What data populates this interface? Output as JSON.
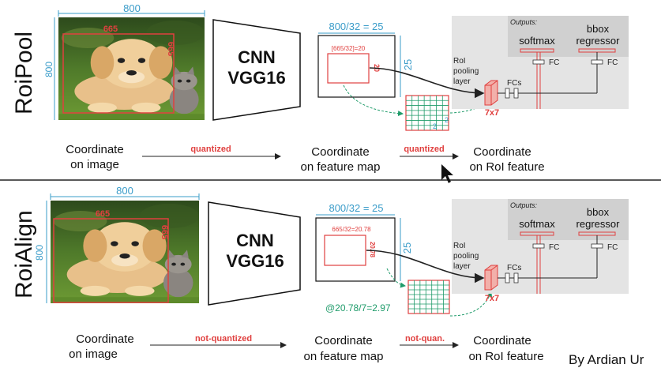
{
  "panels": [
    {
      "key": "roipool",
      "side_label": "RoiPool",
      "image_width": "800",
      "image_height": "800",
      "box_width": "665",
      "box_height": "665",
      "cnn_line1": "CNN",
      "cnn_line2": "VGG16",
      "fmap_title": "800/32 = 25",
      "fmap_side": "25",
      "roi_top": "[665/32]=20",
      "roi_side": "20",
      "grid_side": "2",
      "grid_bottom": "2",
      "grid_note": "",
      "outputs_label": "Outputs:",
      "softmax": "softmax",
      "bbox_line1": "bbox",
      "bbox_line2": "regressor",
      "fc1": "FC",
      "fc2": "FC",
      "roi_layer_1": "RoI",
      "roi_layer_2": "pooling",
      "roi_layer_3": "layer",
      "fcs": "FCs",
      "pool_size": "7x7",
      "coord_image_1": "Coordinate",
      "coord_image_2": "on image",
      "arrow1": "quantized",
      "coord_fmap_1": "Coordinate",
      "coord_fmap_2": "on feature map",
      "arrow2": "quantized",
      "coord_roi_1": "Coordinate",
      "coord_roi_2": "on RoI feature"
    },
    {
      "key": "roialign",
      "side_label": "RoiAlign",
      "image_width": "800",
      "image_height": "800",
      "box_width": "665",
      "box_height": "665",
      "cnn_line1": "CNN",
      "cnn_line2": "VGG16",
      "fmap_title": "800/32 = 25",
      "fmap_side": "25",
      "roi_top": "665/32=20.78",
      "roi_side": "20.78",
      "grid_side": "",
      "grid_bottom": "",
      "grid_note": "@20.78/7=2.97",
      "outputs_label": "Outputs:",
      "softmax": "softmax",
      "bbox_line1": "bbox",
      "bbox_line2": "regressor",
      "fc1": "FC",
      "fc2": "FC",
      "roi_layer_1": "RoI",
      "roi_layer_2": "pooling",
      "roi_layer_3": "layer",
      "fcs": "FCs",
      "pool_size": "7x7",
      "coord_image_1": "Coordinate",
      "coord_image_2": "on image",
      "arrow1": "not-quantized",
      "coord_fmap_1": "Coordinate",
      "coord_fmap_2": "on feature map",
      "arrow2": "not-quan.",
      "coord_roi_1": "Coordinate",
      "coord_roi_2": "on RoI feature"
    }
  ],
  "credit": "By Ardian Ur",
  "colors": {
    "red": "#e0403f",
    "blue": "#3a9cc9",
    "green": "#1f9b6a",
    "panel": "#e4e4e4",
    "dark": "#111111"
  },
  "icons": [
    "dog-and-kitten-photo",
    "mouse-cursor-icon"
  ]
}
